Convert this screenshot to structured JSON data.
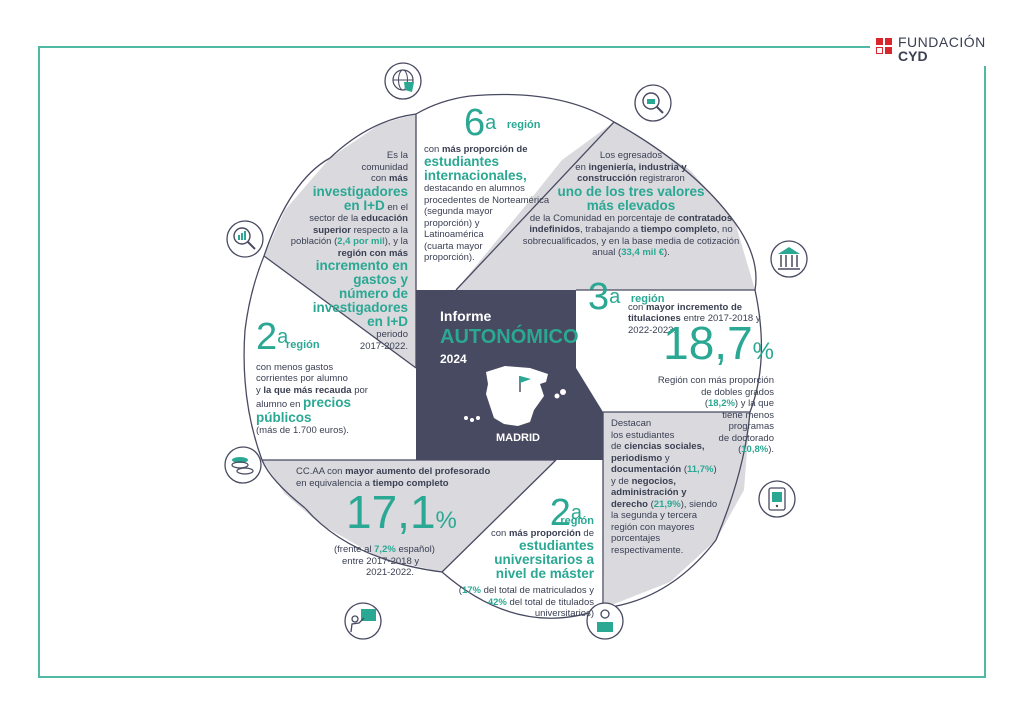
{
  "logo": {
    "line1": "FUNDACIÓN",
    "line2": "CYD"
  },
  "center": {
    "title1": "Informe",
    "title2": "AUTONÓMICO",
    "year": "2024",
    "region": "MADRID"
  },
  "colors": {
    "teal": "#2aa893",
    "frame": "#4fb9a3",
    "dark": "#484a61",
    "gray": "#d9d9de"
  },
  "icons": [
    "globe-icon",
    "briefcase-search-icon",
    "bank-building-icon",
    "tablet-user-icon",
    "student-laptop-icon",
    "teacher-board-icon",
    "coins-icon",
    "chart-magnifier-icon"
  ],
  "seg_rd": {
    "l1": "Es la",
    "l2": "comunidad",
    "l3": "con",
    "l3b": "más",
    "l4": "investigadores",
    "l5": "en I+D",
    "l5b": "en el",
    "l6": "sector de la",
    "l6b": "educación",
    "l7b": "superior",
    "l7": "respecto a la",
    "l8a": "población (",
    "l8b": "2,4 por mil",
    "l8c": "), y la",
    "l9b": "región con más",
    "l10": "incremento en",
    "l11": "gastos y",
    "l12": "número de",
    "l13": "investigadores",
    "l14": "en I+D",
    "l15": "periodo",
    "l16": "2017-2022."
  },
  "seg_intl": {
    "rank": "6",
    "sup": "a",
    "label": "región",
    "l1a": "con",
    "l1b": "más proporción de",
    "l2": "estudiantes internacionales,",
    "l3": "destacando en alumnos",
    "l4": "procedentes de Norteamérica",
    "l5": "(segunda mayor",
    "l6": "proporción) y",
    "l7": "Latinoamérica",
    "l8": "(cuarta mayor",
    "l9": "proporción)."
  },
  "seg_eng": {
    "l1": "Los egresados",
    "l2a": "en",
    "l2b": "ingeniería, industria y",
    "l3b": "construcción",
    "l3": "registraron",
    "l4": "uno de los tres valores",
    "l5": "más elevados",
    "l6a": "de la Comunidad en porcentaje de",
    "l6b": "contratados",
    "l7b": "indefinidos",
    "l7a": ", trabajando a",
    "l7c": "tiempo completo",
    "l7d": ", no",
    "l8": "sobrecualificados, y en la base media de cotización",
    "l9a": "anual (",
    "l9b": "33,4 mil €",
    "l9c": ")."
  },
  "seg_grad": {
    "rank": "3",
    "sup": "a",
    "label": "región",
    "l1a": "con",
    "l1b": "mayor incremento de",
    "l2b": "titulaciones",
    "l2": "entre 2017-2018 y",
    "l3": "2022-2023:",
    "pct": "18,7",
    "pct_sign": "%",
    "l4": "Región con más proporción",
    "l5": "de dobles grados",
    "l6a": "(",
    "l6b": "18,2%",
    "l6c": ") y la que",
    "l7": "tiene menos",
    "l8": "programas",
    "l9": "de doctorado",
    "l10a": "(",
    "l10b": "10,8%",
    "l10c": ")."
  },
  "seg_soc": {
    "l1": "Destacan",
    "l2": "los estudiantes",
    "l3a": "de",
    "l3b": "ciencias sociales,",
    "l4b": "periodismo",
    "l4": "y",
    "l5b": "documentación",
    "l5a": "(",
    "l5c": "11,7%",
    "l5d": ")",
    "l6a": "y de",
    "l6b": "negocios,",
    "l7b": "administración y",
    "l8b": "derecho",
    "l8a": "(",
    "l8c": "21,9%",
    "l8d": "), siendo",
    "l9": "la segunda y tercera",
    "l10": "región con mayores",
    "l11": "porcentajes",
    "l12": "respectivamente."
  },
  "seg_master": {
    "rank": "2",
    "sup": "a",
    "label": "región",
    "l1a": "con",
    "l1b": "más proporción",
    "l1c": "de",
    "l2": "estudiantes",
    "l3": "universitarios a",
    "l4": "nivel de máster",
    "l5a": "(",
    "l5b": "17%",
    "l5c": "del total de matriculados y",
    "l6b": "42%",
    "l6": "del total de titulados",
    "l7": "universitarios)"
  },
  "seg_prof": {
    "l1a": "CC.AA con",
    "l1b": "mayor aumento del profesorado",
    "l2a": "en equivalencia a",
    "l2b": "tiempo completo",
    "pct": "17,1",
    "pct_sign": "%",
    "l3a": "(frente al",
    "l3b": "7,2%",
    "l3c": "español)",
    "l4": "entre 2017-2018 y",
    "l5": "2021-2022."
  },
  "seg_fees": {
    "rank": "2",
    "sup": "a",
    "label": "región",
    "l1": "con menos gastos",
    "l2": "corrientes por alumno",
    "l3a": "y",
    "l3b": "la que más recauda",
    "l3c": "por",
    "l4a": "alumno en",
    "l4b": "precios públicos",
    "l5": "(más de 1.700 euros)."
  }
}
